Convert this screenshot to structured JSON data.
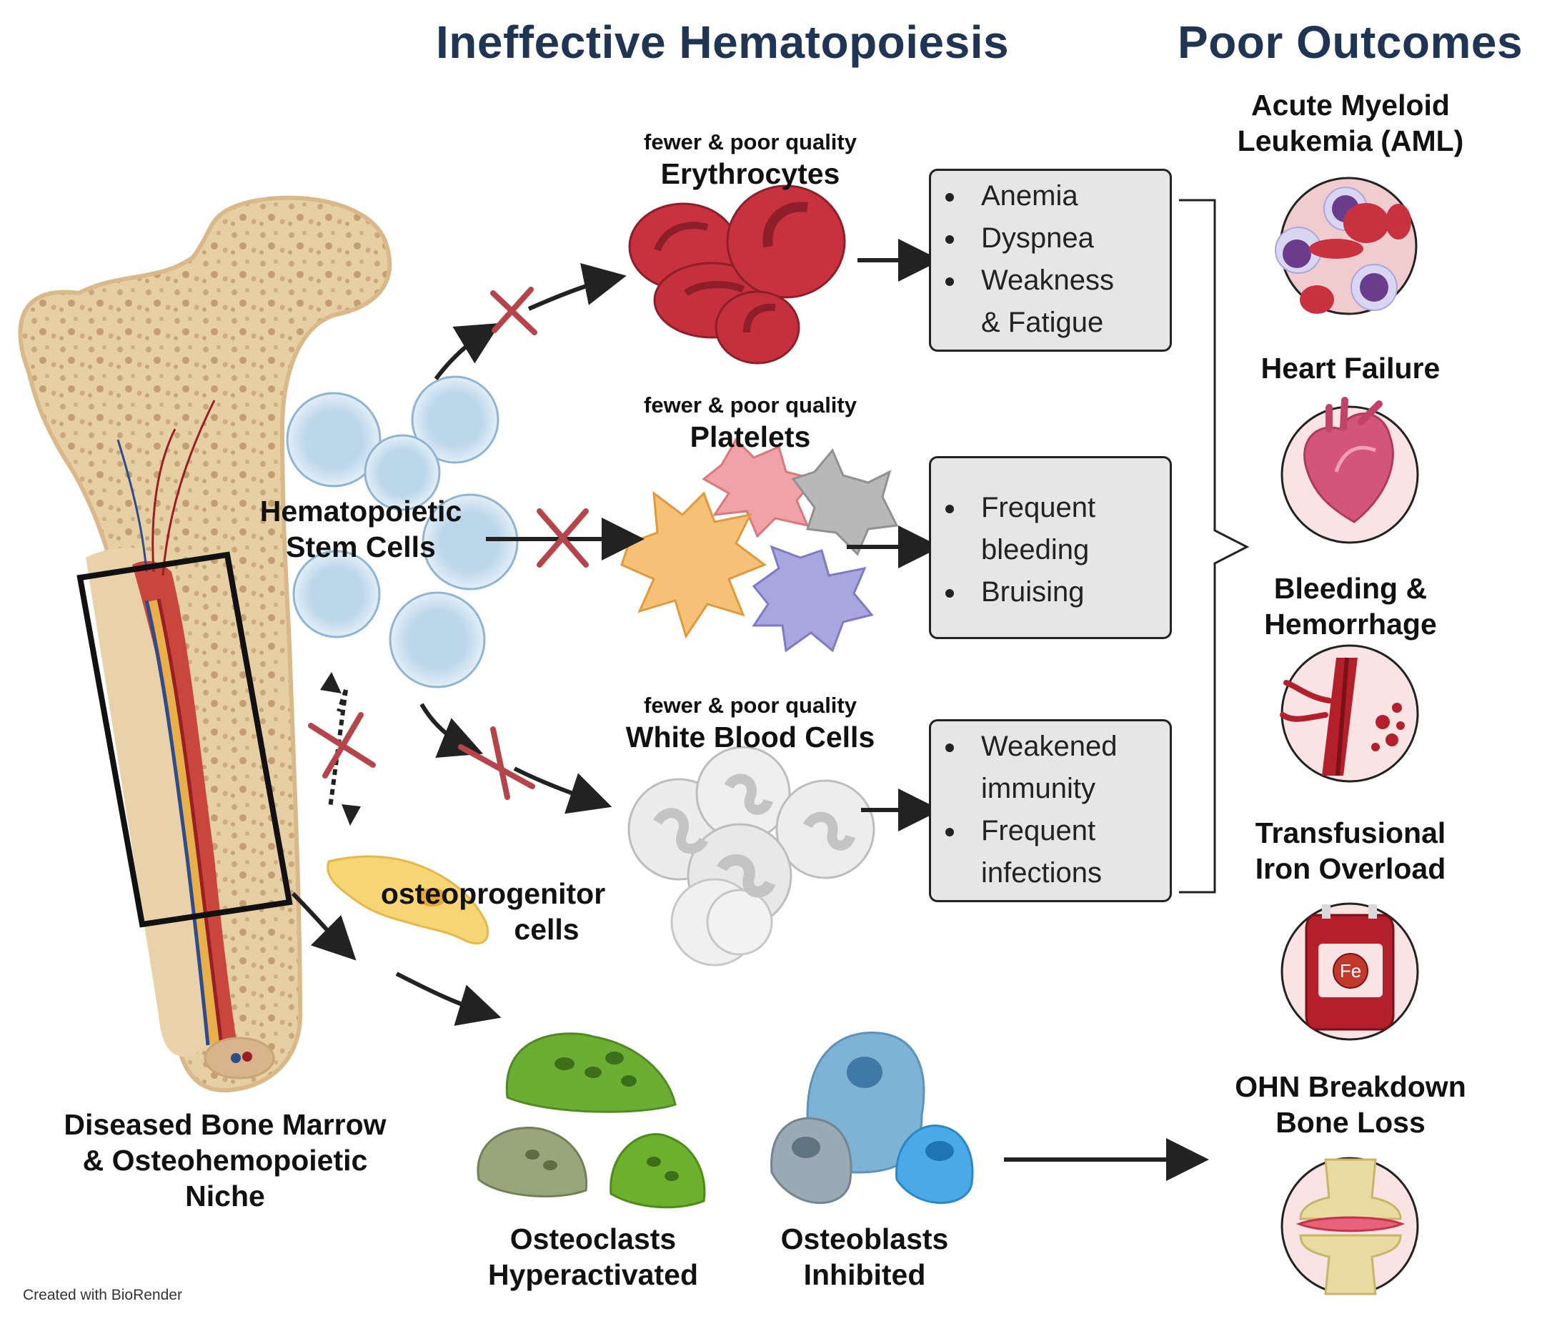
{
  "headers": {
    "main": "Ineffective Hematopoiesis",
    "outcomes": "Poor Outcomes"
  },
  "cells": {
    "rbc": {
      "qualifier": "fewer & poor quality",
      "name": "Erythrocytes"
    },
    "platelets": {
      "qualifier": "fewer & poor quality",
      "name": "Platelets"
    },
    "wbc": {
      "qualifier": "fewer & poor quality",
      "name": "White Blood Cells"
    },
    "hsc": {
      "line1": "Hematopoietic",
      "line2": "Stem Cells"
    },
    "osteoprogenitor": {
      "line1": "osteoprogenitor",
      "line2": "cells"
    },
    "osteoclasts": {
      "line1": "Osteoclasts",
      "line2": "Hyperactivated"
    },
    "osteoblasts": {
      "line1": "Osteoblasts",
      "line2": "Inhibited"
    },
    "bone": {
      "line1": "Diseased Bone Marrow",
      "line2": "&  Osteohemopoietic",
      "line3": "Niche"
    }
  },
  "symptoms": {
    "rbc": [
      {
        "line1": "Anemia"
      },
      {
        "line1": "Dyspnea"
      },
      {
        "line1": "Weakness",
        "line2": "& Fatigue"
      }
    ],
    "platelets": [
      {
        "line1": "Frequent",
        "line2": "bleeding"
      },
      {
        "line1": "Bruising"
      }
    ],
    "wbc": [
      {
        "line1": "Weakened",
        "line2": "immunity"
      },
      {
        "line1": "Frequent",
        "line2": "infections"
      }
    ]
  },
  "outcomes": [
    {
      "line1": "Acute Myeloid",
      "line2": "Leukemia (AML)",
      "icon": "blood-smear-icon"
    },
    {
      "line1": "Heart Failure",
      "line2": "",
      "icon": "heart-icon"
    },
    {
      "line1": "Bleeding &",
      "line2": "Hemorrhage",
      "icon": "bleeding-vessel-icon"
    },
    {
      "line1": "Transfusional",
      "line2": "Iron Overload",
      "icon": "blood-bag-icon"
    },
    {
      "line1": "OHN Breakdown",
      "line2": "Bone Loss",
      "icon": "joint-icon"
    }
  ],
  "iron_symbol": "Fe",
  "credit": "Created with BioRender",
  "colors": {
    "header": "#1f3553",
    "rbc": "#c8323f",
    "hsc": "#c9dff0",
    "block_cross": "#b5444b",
    "box_fill": "#e6e6e6",
    "outcome_circle": "#f9e3e3"
  }
}
